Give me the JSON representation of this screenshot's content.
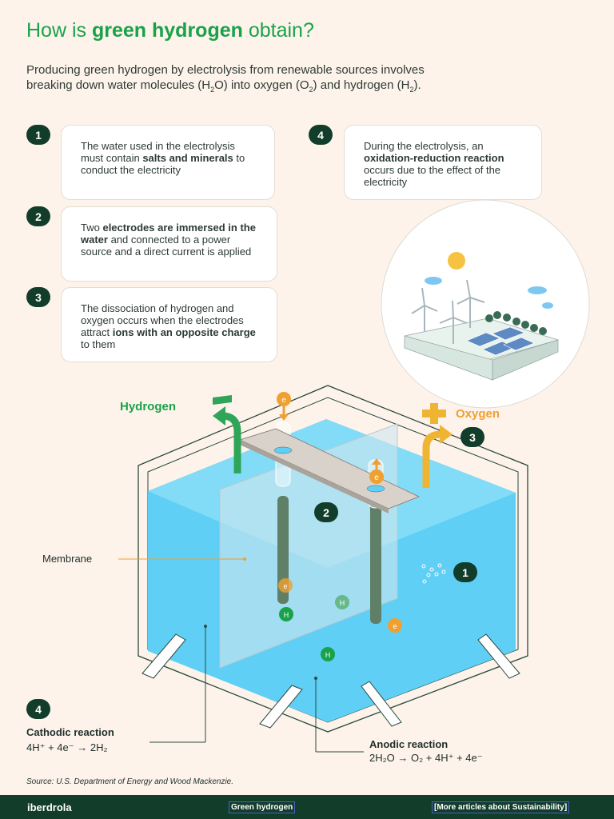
{
  "title": {
    "pre": "How is ",
    "bold": "green hydrogen",
    "post": " obtain?"
  },
  "intro": {
    "line1": "Producing green hydrogen by electrolysis from renewable sources involves",
    "line2_a": "breaking down water molecules (H",
    "sub_2": "2",
    "line2_b": "O) into oxygen (O",
    "line2_c": ") and hydrogen (H",
    "line2_d": ")."
  },
  "steps": [
    {
      "num": "1",
      "t1": "The water used in the electrolysis must contain ",
      "b1": "salts and minerals",
      "t2": " to conduct the electricity"
    },
    {
      "num": "2",
      "t1": "Two ",
      "b1": "electrodes are immersed in the water",
      "t2": " and connected to a power source and a direct current is applied"
    },
    {
      "num": "3",
      "t1": "The dissociation of hydrogen and oxygen occurs when the electrodes attract ",
      "b1": "ions with an opposite charge",
      "t2": " to them"
    },
    {
      "num": "4",
      "t1": "During the electrolysis, an ",
      "b1": "oxidation-reduction reaction",
      "t2": " occurs due to the effect of the electricity"
    }
  ],
  "diagram": {
    "hydrogen_label": "Hydrogen",
    "oxygen_label": "Oxygen",
    "membrane_label": "Membrane",
    "electron": "e",
    "proton": "H",
    "marker_1": "1",
    "marker_2": "2",
    "marker_3": "3",
    "marker_4": "4"
  },
  "reactions": {
    "cathodic_title": "Cathodic reaction",
    "cathodic_eq": "4H⁺ + 4e⁻ → 2H₂",
    "anodic_title": "Anodic reaction",
    "anodic_eq": "2H₂O → O₂ + 4H⁺ + 4e⁻"
  },
  "source": "Source: U.S. Department of Energy and Wood Mackenzie.",
  "footer": {
    "logo": "iberdrola",
    "link1": "Green hydrogen",
    "link2": "[More articles about Sustainability]"
  },
  "colors": {
    "green": "#1aa24a",
    "dark": "#123d2b",
    "orange": "#f0a030",
    "water": "#5fcff5"
  }
}
